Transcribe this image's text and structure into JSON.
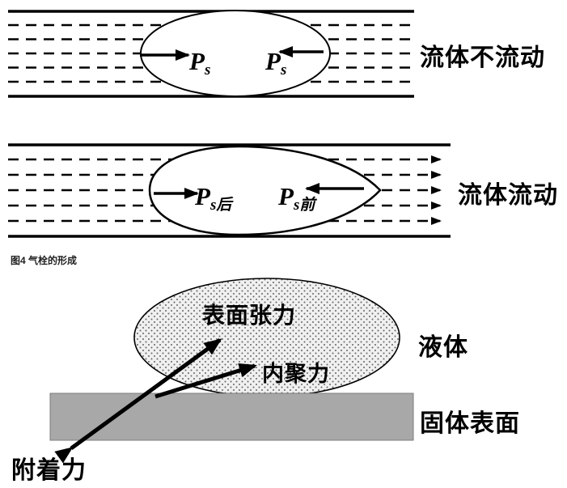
{
  "colors": {
    "ink": "#000000",
    "solid_surface_fill": "#a8a8a8",
    "droplet_dot": "#666666",
    "droplet_bg": "#f0f0f0"
  },
  "diagram_static_flow": {
    "label_right": "流体不流动",
    "pressure_left": {
      "p": "P",
      "sub": "s"
    },
    "pressure_right": {
      "p": "P",
      "sub": "s"
    }
  },
  "diagram_moving_flow": {
    "label_right": "流体流动",
    "pressure_left": {
      "p": "P",
      "sub": "s后"
    },
    "pressure_right": {
      "p": "P",
      "sub": "s前"
    }
  },
  "caption": "图4 气栓的形成",
  "diagram_droplet": {
    "surface_tension": "表面张力",
    "cohesion": "内聚力",
    "liquid": "液体",
    "solid_surface": "固体表面",
    "adhesion": "附着力"
  }
}
